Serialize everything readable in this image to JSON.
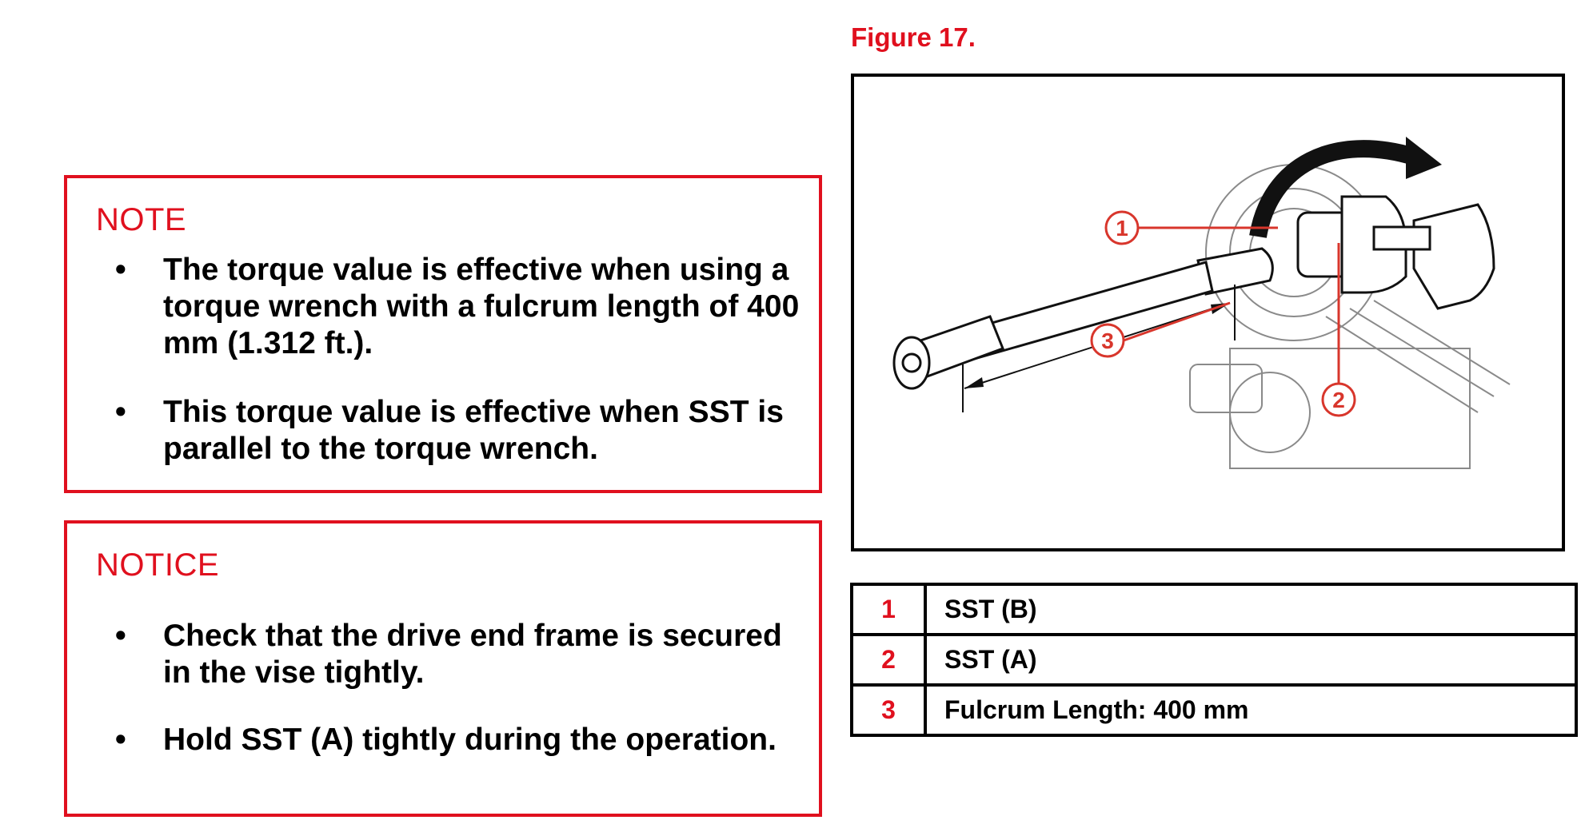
{
  "note": {
    "title": "NOTE",
    "bullets": [
      "The torque value is effective when using a torque wrench with a fulcrum length of 400 mm (1.312 ft.).",
      "This torque value is effective when SST is parallel to the torque wrench."
    ]
  },
  "notice": {
    "title": "NOTICE",
    "bullets": [
      "Check that the drive end frame is secured in the vise tightly.",
      "Hold SST (A) tightly during the operation."
    ]
  },
  "figure": {
    "title": "Figure 17.",
    "callouts": [
      "1",
      "2",
      "3"
    ]
  },
  "legend": [
    {
      "num": "1",
      "desc": "SST (B)"
    },
    {
      "num": "2",
      "desc": "SST (A)"
    },
    {
      "num": "3",
      "desc": "Fulcrum Length: 400 mm"
    }
  ],
  "colors": {
    "accent_red": "#e0101e",
    "border_black": "#000000"
  }
}
